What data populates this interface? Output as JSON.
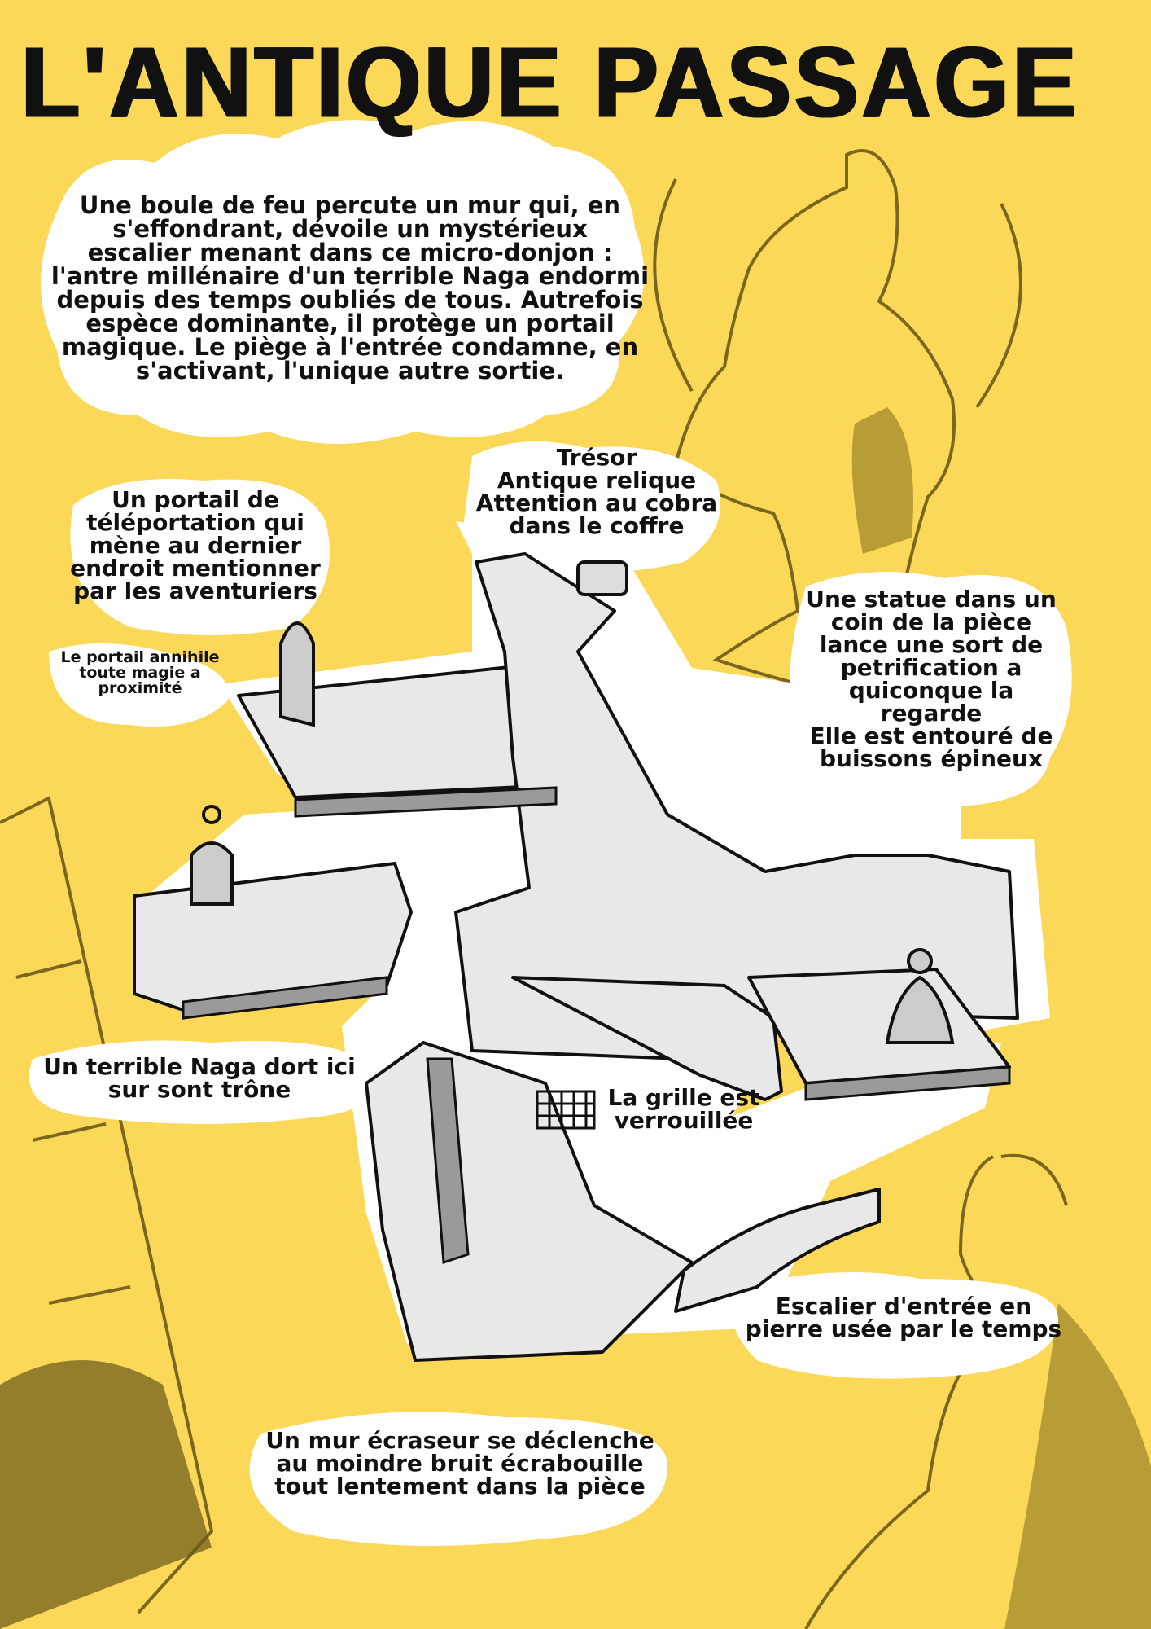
{
  "title": "L'ANTIQUE PASSAGE",
  "intro": "Une boule de feu percute un mur qui, en\ns'effondrant, dévoile un mystérieux\nescalier menant dans ce micro-donjon :\nl'antre millénaire d'un terrible Naga endormi\ndepuis des temps oubliés de tous. Autrefois\nespèce dominante, il protège un portail\nmagique. Le piège à l'entrée condamne, en\ns'activant, l'unique autre sortie.",
  "labels": {
    "treasure": "Trésor\nAntique relique\nAttention au cobra\ndans le coffre",
    "portal": "Un portail de\ntéléportation qui\nmène au dernier\nendroit mentionner\npar les aventuriers",
    "portal_note": "Le portail annihile\ntoute magie a\nproximité",
    "statue": "Une statue dans un\ncoin de la pièce\nlance une sort de\npetrification a\nquiconque la\nregarde\nElle est entouré de\nbuissons épineux",
    "naga": "Un terrible Naga dort ici\nsur sont trône",
    "grate": "La grille est\nverrouillée",
    "stairs": "Escalier d'entrée en\npierre usée par le temps",
    "crusher": "Un mur écraseur se déclenche\nau moindre bruit écrabouille\ntout lentement dans la pièce"
  }
}
